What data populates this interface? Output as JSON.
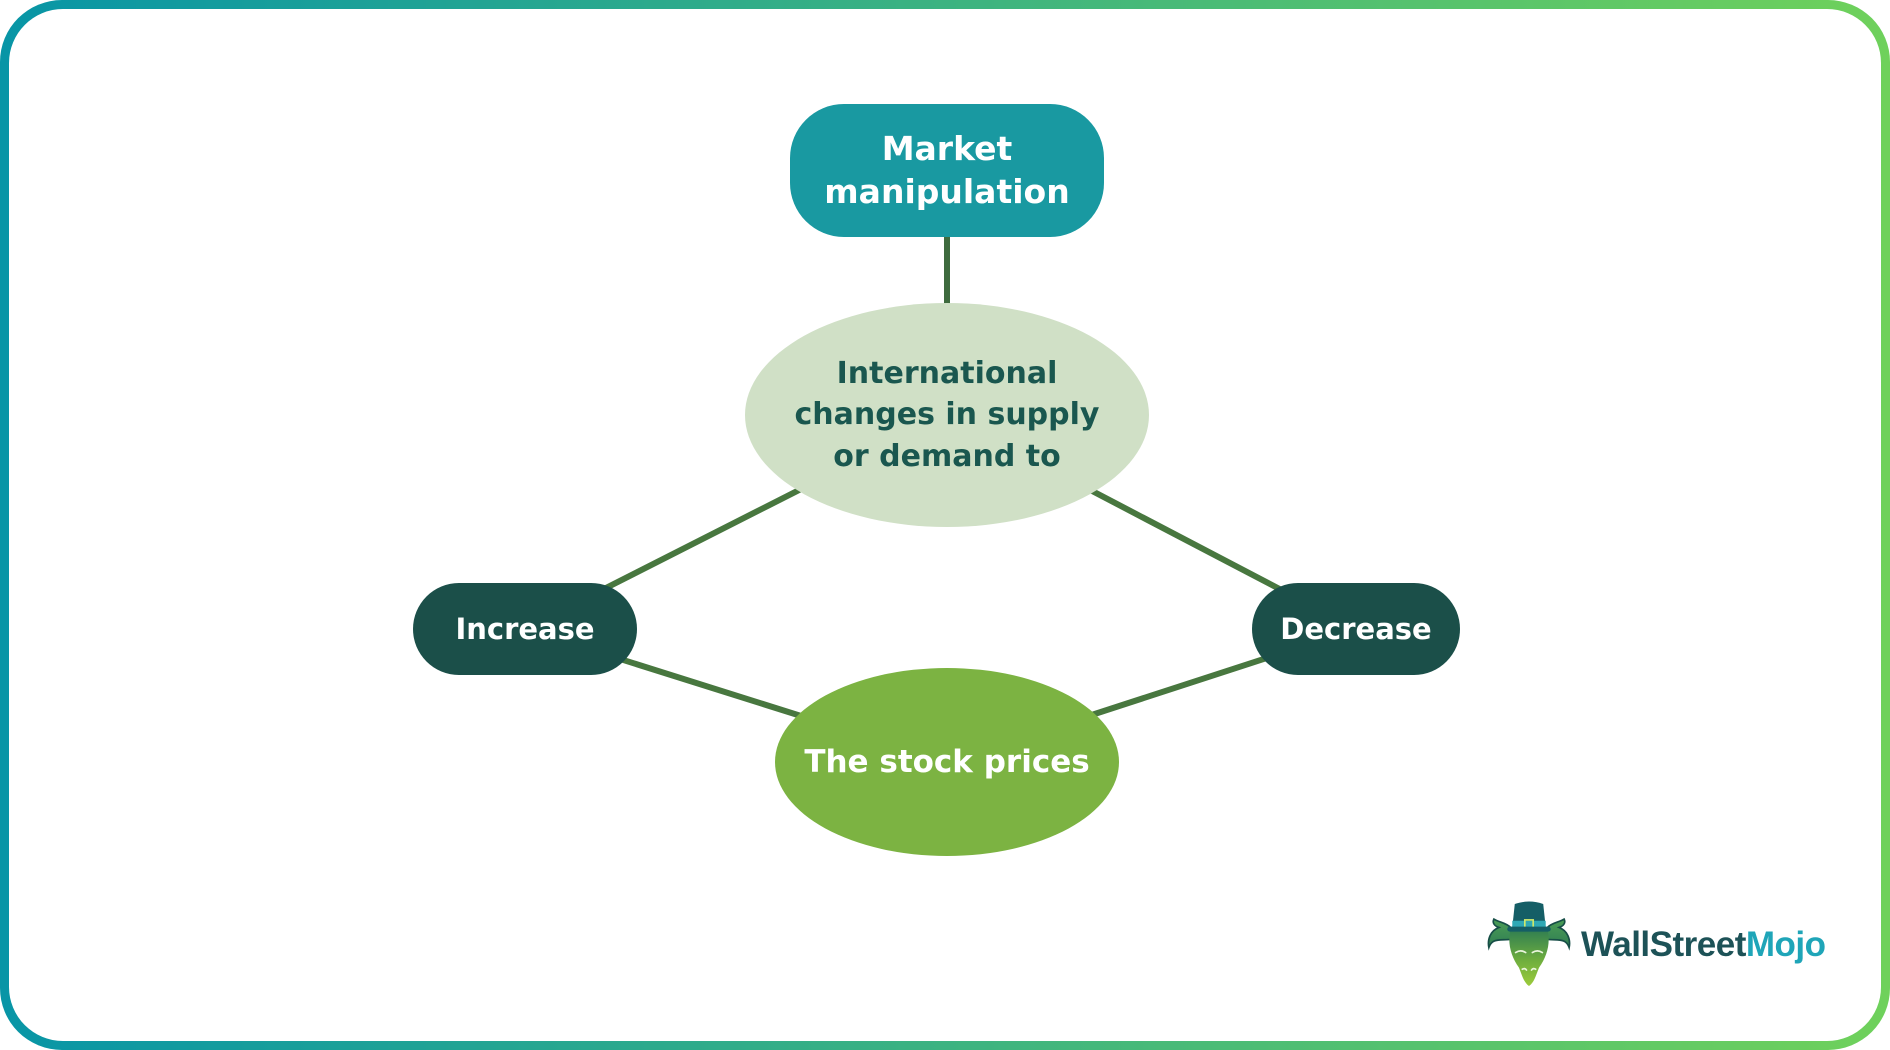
{
  "diagram": {
    "nodes": {
      "market_manipulation": {
        "label": "Market manipulation",
        "lines": [
          "Market",
          "manipulation"
        ]
      },
      "international_changes": {
        "label": "International changes in supply or demand to",
        "lines": [
          "International",
          "changes in supply",
          "or demand to"
        ]
      },
      "increase": {
        "label": "Increase"
      },
      "decrease": {
        "label": "Decrease"
      },
      "stock_prices": {
        "label": "The stock prices"
      }
    },
    "colors": {
      "top_node_bg": "#1999A1",
      "center_node_bg": "#D0E0C6",
      "center_node_text": "#1A574F",
      "side_node_bg": "#1B4F49",
      "bottom_node_bg": "#7CB342",
      "node_text": "#FFFFFF",
      "connector": "#48773F"
    }
  },
  "logo": {
    "brand_primary": "WallStreet",
    "brand_secondary": "Mojo",
    "colors": {
      "primary": "#1D5257",
      "secondary": "#1FA5B8"
    }
  },
  "frame": {
    "gradient_start": "#0895A6",
    "gradient_mid": "#3CB381",
    "gradient_end": "#6FD15B"
  }
}
